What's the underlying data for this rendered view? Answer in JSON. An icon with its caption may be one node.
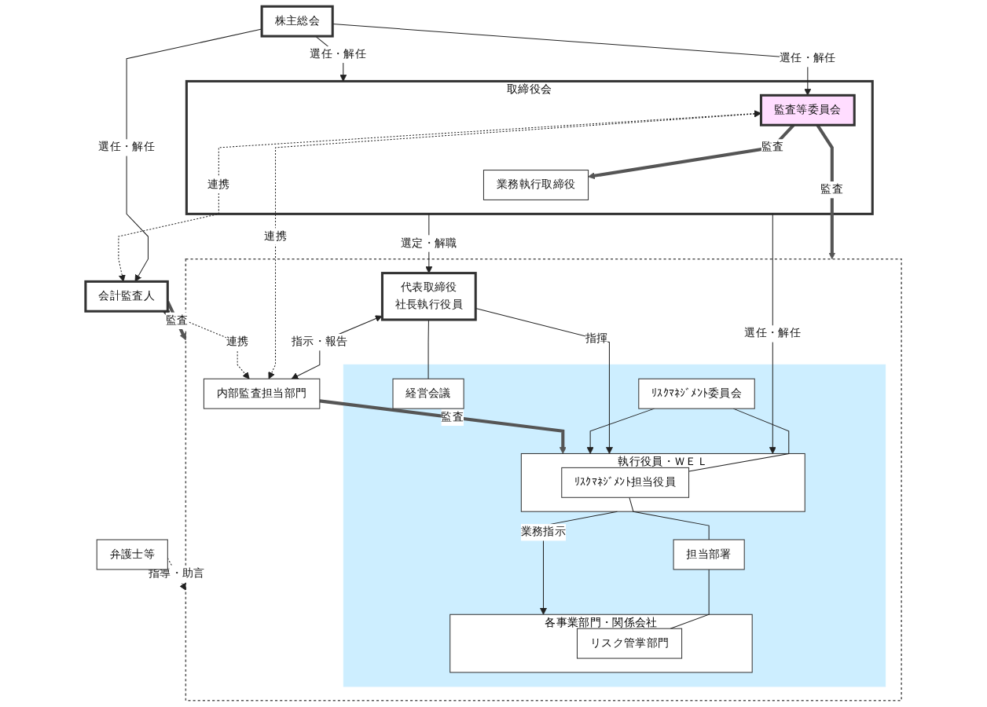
{
  "diagram": {
    "nodes": [
      {
        "text": [
          "株主総会"
        ]
      },
      {
        "text": [
          "取締役会"
        ]
      },
      {
        "text": [
          "業務執行取締役"
        ],
        "in": 1
      },
      {
        "text": [
          "監査等委員会"
        ],
        "in": 1
      },
      {
        "text": [],
        "shape": "box"
      },
      {
        "text": [
          "代表取締役",
          "社長執行役員"
        ],
        "in": 4
      },
      {
        "text": [],
        "shape": "box",
        "in": 4
      },
      {
        "text": [
          "経営会議"
        ],
        "in": 6
      },
      {
        "text": [
          "ﾘｽｸﾏﾈｼﾞﾒﾝﾄ委員会"
        ],
        "in": 6
      },
      {
        "text": [
          "執行役員・ＷＥＬ"
        ],
        "in": 6
      },
      {
        "text": [
          "ﾘｽｸﾏﾈｼﾞﾒﾝﾄ担当役員"
        ],
        "in": 9
      },
      {
        "text": [
          "各事業部門・関係会社"
        ],
        "in": 6
      },
      {
        "text": [
          "担当部署"
        ],
        "in": 6
      },
      {
        "text": [
          "リスク管掌部門"
        ],
        "in": 11
      },
      {
        "text": [
          "内部監査担当部門"
        ],
        "in": 4
      },
      {
        "text": [
          "会計監査人"
        ]
      },
      {
        "text": [
          "弁護士等"
        ]
      }
    ],
    "edges": [
      {
        "from": 0,
        "to": 1,
        "arrow": "to",
        "label": "選任・解任"
      },
      {
        "from": 0,
        "to": 3,
        "arrow": "to",
        "label": "選任・解任"
      },
      {
        "from": 0,
        "to": 15,
        "arrow": "to",
        "label": "選任・解任"
      },
      {
        "from": 3,
        "to": 2,
        "arrow": "to",
        "label": "監査",
        "style": "thick"
      },
      {
        "from": 1,
        "to": 9,
        "arrow": "to",
        "label": "選任・解任"
      },
      {
        "from": 1,
        "to": 5,
        "arrow": "to",
        "label": "選定・解職"
      },
      {
        "from": 5,
        "to": 14,
        "arrow": "both",
        "label": "指示・報告"
      },
      {
        "from": 3,
        "to": 4,
        "arrow": "to",
        "label": "監査",
        "style": "thick"
      },
      {
        "from": 3,
        "to": 15,
        "arrow": "both",
        "label": "連携",
        "style": "dashed"
      },
      {
        "from": 3,
        "to": 14,
        "arrow": "both",
        "label": "連携",
        "style": "dashed"
      },
      {
        "from": 15,
        "to": 14,
        "arrow": "both",
        "label": "連携",
        "style": "dashed"
      },
      {
        "from": 5,
        "to": 7,
        "arrow": "none"
      },
      {
        "from": 5,
        "to": 9,
        "arrow": "to",
        "label": "指揮"
      },
      {
        "from": 8,
        "to": 9,
        "arrow": "to"
      },
      {
        "from": 8,
        "to": 10,
        "arrow": "none"
      },
      {
        "from": 15,
        "to": 4,
        "arrow": "to",
        "label": "監査",
        "style": "thick"
      },
      {
        "from": 14,
        "to": 9,
        "arrow": "to",
        "label": "監査",
        "style": "thick"
      },
      {
        "from": 9,
        "to": 11,
        "arrow": "to",
        "label": "業務指示"
      },
      {
        "from": 10,
        "to": 12,
        "arrow": "none"
      },
      {
        "from": 12,
        "to": 13,
        "arrow": "none"
      },
      {
        "from": 16,
        "to": 4,
        "arrow": "to",
        "label": "指導・助言",
        "style": "dashed"
      }
    ]
  }
}
